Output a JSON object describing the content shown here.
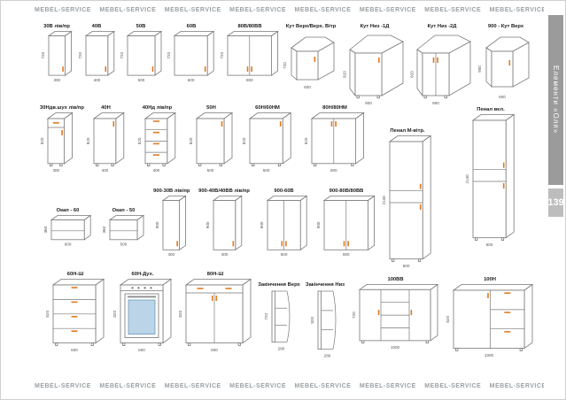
{
  "banner": {
    "text": "MEBEL-SERVICE",
    "repeat": 8
  },
  "sidebar": {
    "title": "Елементи «Оля»",
    "page_number": "139"
  },
  "colors": {
    "accent": "#E07B1F",
    "line": "#787878",
    "glass": "#BBD4E7"
  },
  "rows": [
    {
      "modules": [
        {
          "label": "30В лів/пр",
          "type": "wall",
          "doors": 1,
          "dims": {
            "h": "720",
            "w": "300"
          }
        },
        {
          "label": "40В",
          "type": "wall",
          "doors": 1,
          "dims": {
            "h": "720",
            "w": "400"
          }
        },
        {
          "label": "50В",
          "type": "wall",
          "doors": 1,
          "dims": {
            "h": "720",
            "w": "500"
          }
        },
        {
          "label": "60В",
          "type": "wall",
          "doors": 1,
          "dims": {
            "h": "720",
            "w": "600"
          }
        },
        {
          "label": "80В/80ВВ",
          "type": "wall",
          "doors": 2,
          "dims": {
            "h": "720",
            "w": "800"
          }
        },
        {
          "label": "Кут Верх/Верх. Вітр",
          "type": "corner-wall",
          "dims": {
            "h": "720",
            "w": "600"
          }
        },
        {
          "label": "Кут Низ -1Д",
          "type": "corner-base",
          "doors": 1,
          "dims": {
            "h": "820",
            "w": "900"
          }
        },
        {
          "label": "Кут Низ -2Д",
          "type": "corner-base",
          "doors": 2,
          "dims": {
            "h": "820",
            "w": "900"
          }
        },
        {
          "label": "900 - Кут Верх",
          "type": "corner-wall-900",
          "dims": {
            "h": "900",
            "w": "600"
          }
        }
      ]
    },
    {
      "modules": [
        {
          "label": "30Ндв.шух лів/пр",
          "type": "base-drawer-door",
          "dims": {
            "h": "820",
            "w": "300"
          }
        },
        {
          "label": "40Н",
          "type": "base",
          "doors": 1,
          "dims": {
            "h": "820",
            "w": "400"
          }
        },
        {
          "label": "40Нд лів/пр",
          "type": "drawers",
          "count": 4,
          "dims": {
            "h": "820",
            "w": "400"
          }
        },
        {
          "label": "50Н",
          "type": "base",
          "doors": 1,
          "dims": {
            "h": "820",
            "w": "500"
          }
        },
        {
          "label": "60Н/60НМ",
          "type": "base",
          "doors": 1,
          "dims": {
            "h": "820",
            "w": "600"
          }
        },
        {
          "label": "80Н/80НМ",
          "type": "base",
          "doors": 2,
          "dims": {
            "h": "820",
            "w": "800"
          }
        },
        {
          "label": "Пенал М-вітр.",
          "type": "tall",
          "dims": {
            "h": "2140",
            "w": "600"
          }
        },
        {
          "label": "Пенал вел.",
          "type": "tall",
          "dims": {
            "h": "2140",
            "w": "600"
          }
        }
      ]
    },
    {
      "modules": [
        {
          "label": "Окап - 60",
          "type": "hood",
          "dims": {
            "h": "360",
            "w": "600"
          }
        },
        {
          "label": "Окап - 50",
          "type": "hood",
          "dims": {
            "h": "360",
            "w": "500"
          }
        },
        {
          "label": "900-30В лів/пр",
          "type": "wall900",
          "doors": 1,
          "dims": {
            "h": "900",
            "w": "300"
          }
        },
        {
          "label": "900-40В/40ВВ лів/пр",
          "type": "wall900",
          "doors": 1,
          "dims": {
            "h": "900",
            "w": "400"
          }
        },
        {
          "label": "900-60В",
          "type": "wall900",
          "doors": 2,
          "dims": {
            "h": "900",
            "w": "600"
          }
        },
        {
          "label": "900-80В/80ВВ",
          "type": "wall900",
          "doors": 2,
          "dims": {
            "h": "900",
            "w": "800"
          }
        }
      ]
    },
    {
      "modules": [
        {
          "label": "60Н-Ш",
          "type": "drawers",
          "count": 4,
          "dims": {
            "h": "820",
            "w": "600"
          }
        },
        {
          "label": "60Н-Дух.",
          "type": "oven",
          "dims": {
            "h": "820",
            "w": "600"
          }
        },
        {
          "label": "80Н-Ш",
          "type": "base-top-drawer",
          "doors": 2,
          "dims": {
            "h": "820",
            "w": "800"
          }
        },
        {
          "label": "Закінчення Верх",
          "type": "end-shelf",
          "dims": {
            "h": "720",
            "w": "280"
          }
        },
        {
          "label": "Закінчення Низ",
          "type": "end-shelf",
          "dims": {
            "h": "820",
            "w": "280"
          }
        },
        {
          "label": "100ВВ",
          "type": "wardrobe",
          "dims": {
            "h": "720",
            "w": "1000"
          }
        },
        {
          "label": "100Н",
          "type": "base-combo",
          "dims": {
            "h": "820",
            "w": "1000"
          }
        }
      ]
    }
  ]
}
